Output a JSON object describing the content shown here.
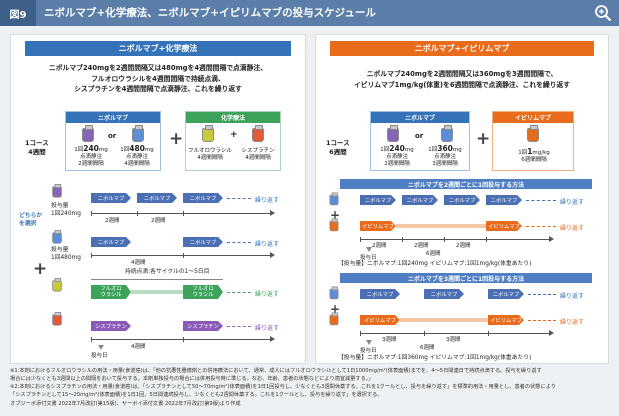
{
  "header": {
    "fig_no": "図9",
    "title": "ニボルマブ+化学療法、ニボルマブ+イピリムマブの投与スケジュール",
    "zoom_icon": "zoom-in-icon"
  },
  "left": {
    "heading": "ニボルマブ+化学療法",
    "desc": [
      "ニボルマブ240mgを2週間間隔又は480mgを4週間間隔で点滴静注、",
      "フルオロウラシルを4週間間隔で持続点滴、",
      "シスプラチンを4週間間隔で点滴静注、これを繰り返す"
    ],
    "course": [
      "1コース",
      "4週間"
    ],
    "nivo_box": {
      "title": "ニボルマブ",
      "or": "or",
      "d1": {
        "pre": "1回",
        "amt": "240",
        "unit": "mg",
        "sub": "点滴静注",
        "int": "2週間間隔"
      },
      "d2": {
        "pre": "1回",
        "amt": "480",
        "unit": "mg",
        "sub": "点滴静注",
        "int": "4週間間隔"
      }
    },
    "chemo_box": {
      "title": "化学療法",
      "c1": {
        "name": "フルオロウラシル",
        "int": "4週間間隔"
      },
      "c2": {
        "name": "シスプラチン",
        "int": "4週間間隔"
      }
    },
    "choose": [
      "どちらか",
      "を選択"
    ],
    "dose1": [
      "投与量",
      "1回240mg"
    ],
    "dose2": [
      "投与量",
      "1回480mg"
    ],
    "nivo": "ニボルマブ",
    "repeat": "繰り返す",
    "w2": "2週間",
    "w4": "4週間",
    "continuous": "持続点滴:各サイクルの1〜5日目",
    "fu": [
      "フルオロ",
      "ウラシル"
    ],
    "cis": "シスプラチン",
    "day": "投与日"
  },
  "right": {
    "heading": "ニボルマブ+イピリムマブ",
    "desc": [
      "ニボルマブ240mgを2週間間隔又は360mgを3週間間隔で、",
      "イピリムマブ1mg/kg(体重)を6週間間隔で点滴静注、これを繰り返す"
    ],
    "course": [
      "1コース",
      "6週間"
    ],
    "nivo_box": {
      "title": "ニボルマブ",
      "or": "or",
      "d1": {
        "pre": "1回",
        "amt": "240",
        "unit": "mg",
        "sub": "点滴静注",
        "int": "2週間間隔"
      },
      "d2": {
        "pre": "1回",
        "amt": "360",
        "unit": "mg",
        "sub": "点滴静注",
        "int": "3週間間隔"
      }
    },
    "ipi_box": {
      "title": "イピリムマブ",
      "d1": {
        "pre": "1回",
        "amt": "1",
        "unit": "mg/kg",
        "int": "6週間間隔"
      }
    },
    "s1": {
      "title": "ニボルマブを2週間ごとに1回投与する方法",
      "dose": "【投与量】ニボルマブ:1回240mg  イピリムマブ:1回1mg/kg(体重あたり)"
    },
    "s2": {
      "title": "ニボルマブを3週間ごとに1回投与する方法",
      "dose": "【投与量】ニボルマブ:1回360mg  イピリムマブ:1回1mg/kg(体重あたり)"
    },
    "nivo": "ニボルマブ",
    "ipi": "イピリムマブ",
    "repeat": "繰り返す",
    "w2": "2週間",
    "w3": "3週間",
    "w6": "6週間",
    "day": "投与日"
  },
  "notes": [
    "※1:本剤におけるフルオロウラシルの用法・用量(食道癌)は、「他の抗悪性腫瘍剤との併用療法において、通常、成人にはフルオロウラシルとして1日1000mg/m²(体表面積)までを、4〜5日間連日で持続点滴する。投与を繰り返す",
    "    場合には少なくとも3週間以上の間隔をおいて投与する。本剤単独投与の場合には併用投与時に準じる。なお、年齢、患者の状態などにより適宜減量する。」",
    "※2:本剤におけるシスプラチンの用法・用量(食道癌)は、「シスプラチンとして50〜70mg/m²(体表面積)を1日1回投与し、少なくとも3週間休薬する。これを1クールとし、投与を繰り返す」を標準的用法・用量とし、患者の状態により",
    "   「シスプラチンとして15〜20mg/m²(体表面積)を1日1回、5日間連続投与し、少なくとも2週間休薬する。これを1クールとし、投与を繰り返す」を選択する。",
    "オプジーボ添付文書 2022年7月改訂(第15版)、ヤーボイ添付文書 2022年7月改訂(第9版)より作成"
  ]
}
